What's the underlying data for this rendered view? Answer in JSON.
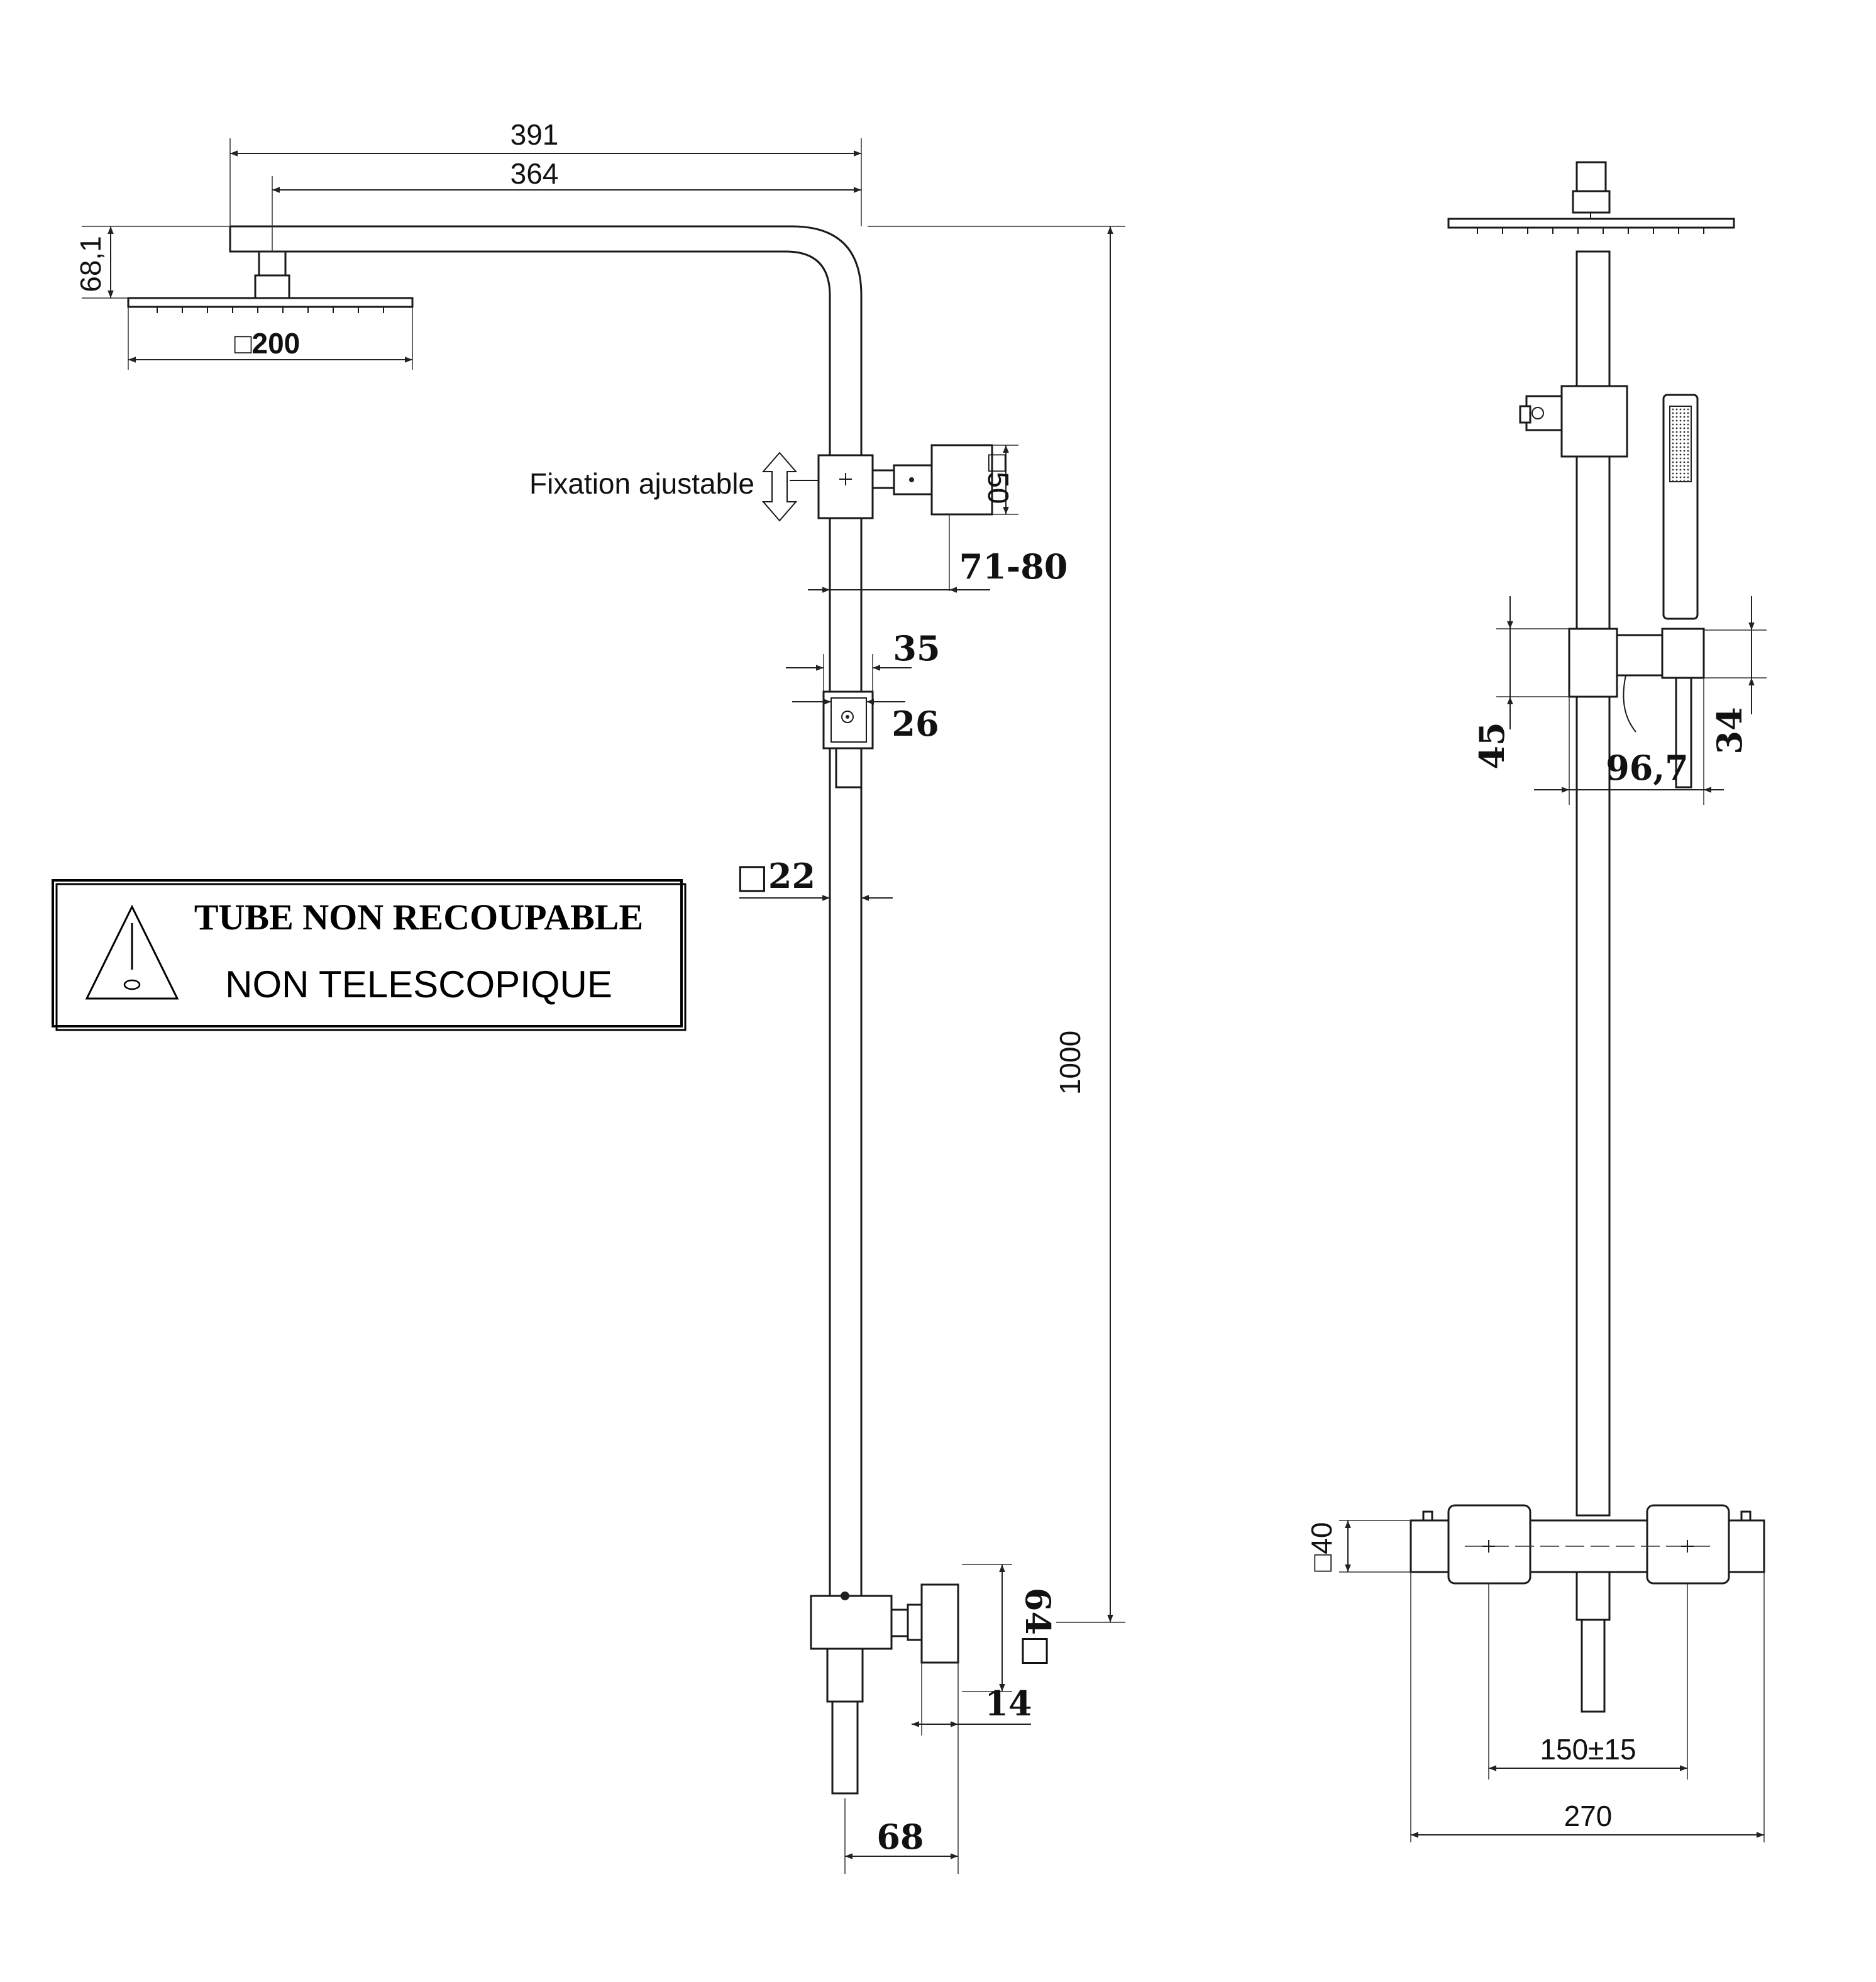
{
  "front_view": {
    "dims": {
      "arm_outer": "391",
      "arm_inner": "364",
      "head_drop": "68,1",
      "head_size": "□200",
      "bracket_square": "□50",
      "bracket_reach": "71-80",
      "holder_outer": "35",
      "holder_inner": "26",
      "tube_section": "□22",
      "height": "1000",
      "valve_knob": "64□",
      "knob_depth": "14",
      "valve_reach": "68"
    },
    "label_adjustable": "Fixation ajustable"
  },
  "side_view": {
    "dims": {
      "slider_height": "45",
      "shower_holder_height": "34",
      "slider_reach": "96,7",
      "mixer_section": "□40",
      "inlet_spacing": "150±15",
      "mixer_width": "270"
    }
  },
  "warning": {
    "title": "TUBE NON RECOUPABLE",
    "subtitle": "NON TELESCOPIQUE",
    "icon": "warning-triangle-icon"
  }
}
